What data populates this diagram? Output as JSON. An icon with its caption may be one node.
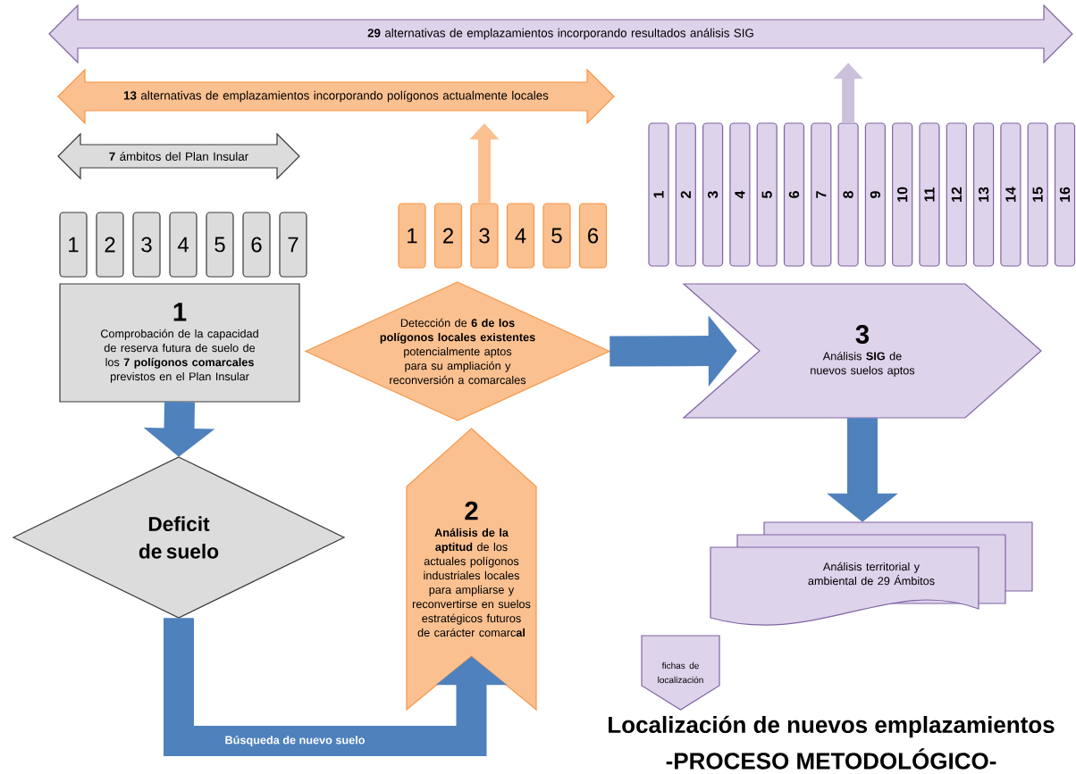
{
  "diagram": {
    "title": "Localización de nuevos emplazamientos",
    "nodes": [
      {
        "text": [
          "**29** alternativas de emplazamientos incorporando resultados análisis SIG"
        ]
      },
      {
        "text": [
          "**13** alternativas de emplazamientos incorporando polígonos actualmente locales"
        ]
      },
      {
        "text": [
          "**7** ámbitos del Plan Insular"
        ]
      },
      {
        "text": [
          "1"
        ]
      },
      {
        "text": [
          "2"
        ]
      },
      {
        "text": [
          "3"
        ]
      },
      {
        "text": [
          "4"
        ]
      },
      {
        "text": [
          "5"
        ]
      },
      {
        "text": [
          "6"
        ]
      },
      {
        "text": [
          "7"
        ]
      },
      {
        "text": [
          "1"
        ]
      },
      {
        "text": [
          "2"
        ]
      },
      {
        "text": [
          "3"
        ]
      },
      {
        "text": [
          "4"
        ]
      },
      {
        "text": [
          "5"
        ]
      },
      {
        "text": [
          "6"
        ]
      },
      {
        "text": [
          "1"
        ]
      },
      {
        "text": [
          "2"
        ]
      },
      {
        "text": [
          "3"
        ]
      },
      {
        "text": [
          "4"
        ]
      },
      {
        "text": [
          "5"
        ]
      },
      {
        "text": [
          "6"
        ]
      },
      {
        "text": [
          "7"
        ]
      },
      {
        "text": [
          "8"
        ]
      },
      {
        "text": [
          "9"
        ]
      },
      {
        "text": [
          "10"
        ]
      },
      {
        "text": [
          "11"
        ]
      },
      {
        "text": [
          "12"
        ]
      },
      {
        "text": [
          "13"
        ]
      },
      {
        "text": [
          "14"
        ]
      },
      {
        "text": [
          "15"
        ]
      },
      {
        "text": [
          "16"
        ]
      },
      {
        "text": [
          "1",
          "Comprobación de la capacidad de reserva futura de suelo de los **7 polígonos comarcales** previstos en el Plan Insular"
        ]
      },
      {
        "text": [
          "Detección de **6 de los polígonos locales existentes** potencialmente aptos para su ampliación y reconversión a comarcales"
        ]
      },
      {
        "text": [
          "3",
          "Análisis **SIG** de nuevos suelos aptos"
        ]
      },
      {
        "text": [
          "Deficit de suelo"
        ]
      },
      {
        "text": [
          "2",
          "**Análisis de la aptitud** de los actuales polígonos industriales locales para ampliarse y reconvertirse en suelos estratégicos futuros de carácter comarc**al**"
        ]
      },
      {
        "text": [
          "Análisis territorial y ambiental de 29 Ámbitos"
        ]
      },
      {
        "text": [
          "fichas de localización"
        ]
      }
    ],
    "edges": [
      {
        "from": 32,
        "to": 35,
        "arrow": "to"
      },
      {
        "from": 35,
        "to": 36,
        "arrow": "to",
        "label": "Búsqueda de nuevo suelo"
      },
      {
        "from": 33,
        "to": 34,
        "arrow": "to"
      },
      {
        "from": 34,
        "to": 37,
        "arrow": "to"
      },
      {
        "from": 12,
        "to": 1,
        "arrow": "to",
        "color": "#fac090"
      },
      {
        "from": 23,
        "to": 0,
        "arrow": "to",
        "color": "#ccc0da"
      }
    ],
    "labels": [
      "-PROCESO METODOLÓGICO-"
    ]
  }
}
